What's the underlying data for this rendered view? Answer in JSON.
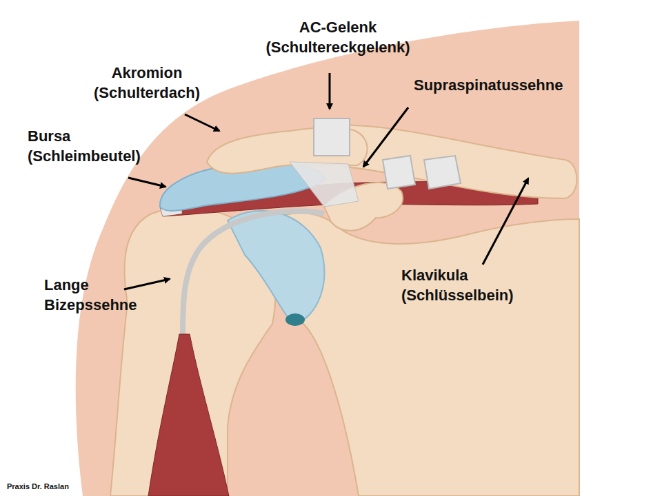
{
  "diagram": {
    "labels": [
      "AC-Gelenk (Schultereckgelenk)",
      "Akromion (Schulterdach)",
      "Supraspinatussehne",
      "Bursa (Schleimbeutel)",
      "Lange Bizepssehne",
      "Klavikula (Schlüsselbein)",
      "Praxis Dr. Raslan"
    ]
  }
}
